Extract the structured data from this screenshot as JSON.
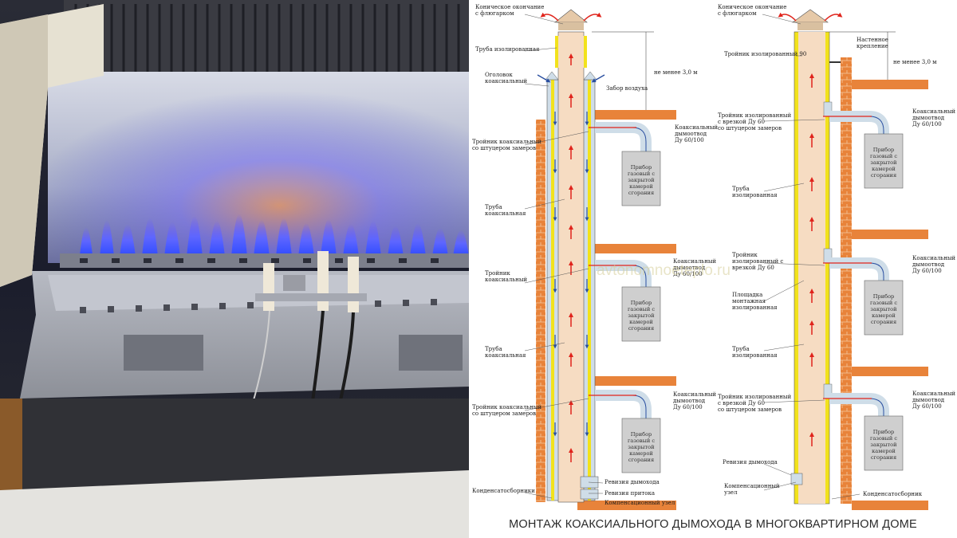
{
  "caption": "МОНТАЖ КОАКСИАЛЬНОГО ДЫМОХОДА В МНОГОКВАРТИРНОМ ДОМЕ",
  "watermark": "avtonomnoeteplo.ru",
  "colors": {
    "brick": "#e8833a",
    "pipe_fill": "#f6dcc2",
    "outer_pipe": "#cfdde8",
    "yellow": "#f2e21c",
    "boiler_box": "#cfcfcf",
    "arrow_red": "#e0241c",
    "arrow_blue": "#2a4fa0",
    "flame_blue": "#3a5cff"
  },
  "left_scheme": {
    "top_cap": "Коническое окончание\nс флюгарком",
    "pipe_insulated": "Труба изолированная",
    "coax_head": "Оголовок\nкоаксиальный",
    "air_intake": "Забор воздуха",
    "height_note": "не менее 3,0 м",
    "tee_meter_1": "Тройник коаксиальный\nсо штуцером замеров",
    "coax_outlet_1": "Коаксиальный\nдымоотвод\nДу 60/100",
    "coax_pipe_1": "Труба\nкоаксиальная",
    "tee_coax": "Тройник\nкоаксиальный",
    "coax_outlet_2": "Коаксиальный\nдымоотвод\nДу 60/100",
    "coax_pipe_2": "Труба\nкоаксиальная",
    "tee_meter_2": "Тройник коаксиальный\nсо штуцером замеров",
    "coax_outlet_3": "Коаксиальный\nдымоотвод\nДу 60/100",
    "condensate": "Конденсатосборники",
    "revision_flue": "Ревизия дымохода",
    "revision_inflow": "Ревизия притока",
    "comp_unit": "Компенсационный узел",
    "boiler": "Прибор\nгазовый с\nзакрытой\nкамерой\nсгорания"
  },
  "right_scheme": {
    "top_cap": "Коническое окончание\nс флюгарком",
    "tee_90": "Тройник изолированный 90",
    "wall_mount": "Настенное\nкрепление",
    "height_note": "не менее 3,0 м",
    "tee_cut_1": "Тройник изолированный\nс врезкой Ду 60\nсо штуцером замеров",
    "coax_outlet_1": "Коаксиальный\nдымоотвод\nДу 60/100",
    "pipe_ins_1": "Труба\nизолированная",
    "tee_cut_mid": "Тройник\nизолированный с\nврезкой Ду 60",
    "platform": "Площадка\nмонтажная\nизолированная",
    "coax_outlet_2": "Коаксиальный\nдымоотвод\nДу 60/100",
    "pipe_ins_2": "Труба\nизолированная",
    "tee_cut_2": "Тройник изолированный\nс врезкой Ду 60\nсо штуцером замеров",
    "coax_outlet_3": "Коаксиальный\nдымоотвод\nДу 60/100",
    "revision_flue": "Ревизия дымохода",
    "comp_unit": "Компенсационный\nузел",
    "condensate": "Конденсатосборник",
    "boiler": "Прибор\nгазовый с\nзакрытой\nкамерой\nсгорания"
  }
}
